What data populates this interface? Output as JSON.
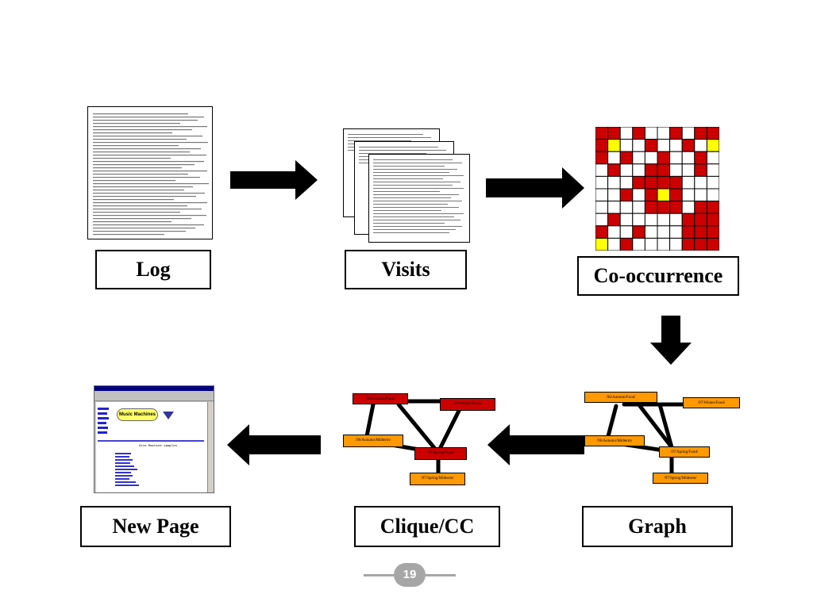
{
  "labels": {
    "log": "Log",
    "visits": "Visits",
    "cooccurrence": "Co-occurrence",
    "graph": "Graph",
    "clique": "Clique/CC",
    "new_page": "New Page"
  },
  "graph_nodes": {
    "a": "/96/Autumn/Food/",
    "b": "/97/Winter/Food/",
    "c": "/96/Autumn/Midterm/",
    "d": "/97/Spring/Food/",
    "e": "/97/Spring/Midterm/"
  },
  "browser": {
    "banner": "Music Machines",
    "page_title": "Give Machine samples"
  },
  "page_number": "19",
  "colors": {
    "red": "#cc0000",
    "yellow": "#ffff00",
    "orange": "#ff9900",
    "dark_red": "#cc0000",
    "pager_gray": "#a6a6a6"
  },
  "matrix": [
    [
      1,
      1,
      0,
      1,
      0,
      0,
      1,
      0,
      1,
      1
    ],
    [
      1,
      2,
      0,
      0,
      1,
      0,
      0,
      1,
      0,
      2
    ],
    [
      1,
      0,
      1,
      0,
      0,
      1,
      0,
      0,
      1,
      0
    ],
    [
      0,
      1,
      0,
      0,
      1,
      1,
      0,
      0,
      1,
      0
    ],
    [
      0,
      0,
      0,
      1,
      1,
      1,
      1,
      0,
      0,
      0
    ],
    [
      0,
      0,
      1,
      0,
      1,
      2,
      1,
      0,
      0,
      0
    ],
    [
      0,
      0,
      0,
      0,
      1,
      1,
      1,
      0,
      1,
      1
    ],
    [
      0,
      1,
      0,
      0,
      0,
      0,
      0,
      1,
      1,
      1
    ],
    [
      1,
      0,
      0,
      1,
      0,
      0,
      0,
      1,
      1,
      1
    ],
    [
      2,
      0,
      1,
      0,
      0,
      0,
      0,
      1,
      1,
      1
    ]
  ]
}
